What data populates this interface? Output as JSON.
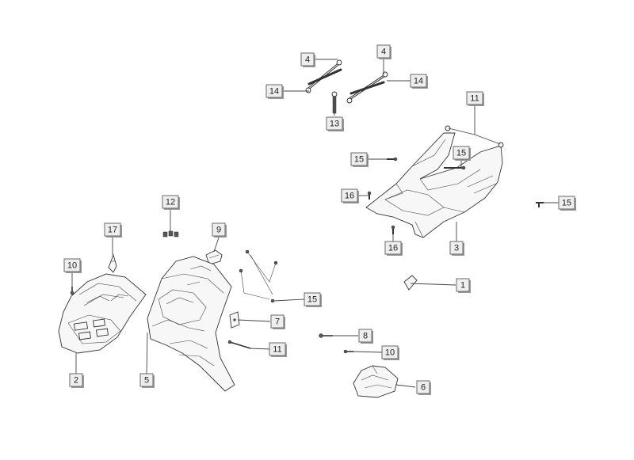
{
  "diagram": {
    "callouts": [
      {
        "id": "c4a",
        "label": "4"
      },
      {
        "id": "c4b",
        "label": "4"
      },
      {
        "id": "c14a",
        "label": "14"
      },
      {
        "id": "c14b",
        "label": "14"
      },
      {
        "id": "c13",
        "label": "13"
      },
      {
        "id": "c11a",
        "label": "11"
      },
      {
        "id": "c15a",
        "label": "15"
      },
      {
        "id": "c15b",
        "label": "15"
      },
      {
        "id": "c16a",
        "label": "16"
      },
      {
        "id": "c15c",
        "label": "15"
      },
      {
        "id": "c16b",
        "label": "16"
      },
      {
        "id": "c3",
        "label": "3"
      },
      {
        "id": "c12",
        "label": "12"
      },
      {
        "id": "c17",
        "label": "17"
      },
      {
        "id": "c9",
        "label": "9"
      },
      {
        "id": "c10a",
        "label": "10"
      },
      {
        "id": "c1",
        "label": "1"
      },
      {
        "id": "c15d",
        "label": "15"
      },
      {
        "id": "c7",
        "label": "7"
      },
      {
        "id": "c11b",
        "label": "11"
      },
      {
        "id": "c8",
        "label": "8"
      },
      {
        "id": "c10b",
        "label": "10"
      },
      {
        "id": "c2",
        "label": "2"
      },
      {
        "id": "c5",
        "label": "5"
      },
      {
        "id": "c6",
        "label": "6"
      }
    ]
  }
}
